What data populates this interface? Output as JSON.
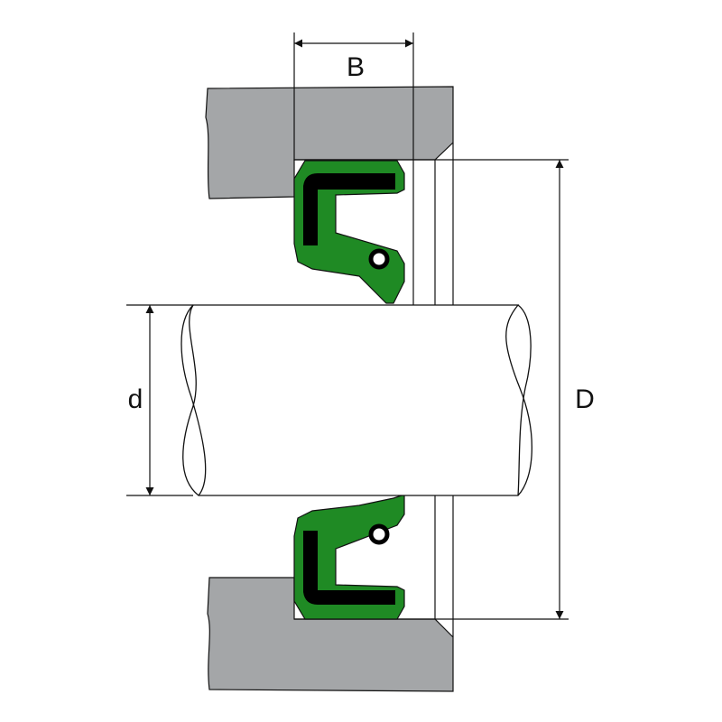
{
  "labels": {
    "width": "B",
    "shaft_diameter": "d",
    "outer_diameter": "D"
  },
  "colors": {
    "housing": "#a4a6a8",
    "seal_body": "#1f8a24",
    "metal_insert": "#000000",
    "spring": "#000000",
    "shaft_fill": "#ffffff",
    "line": "#111111"
  }
}
